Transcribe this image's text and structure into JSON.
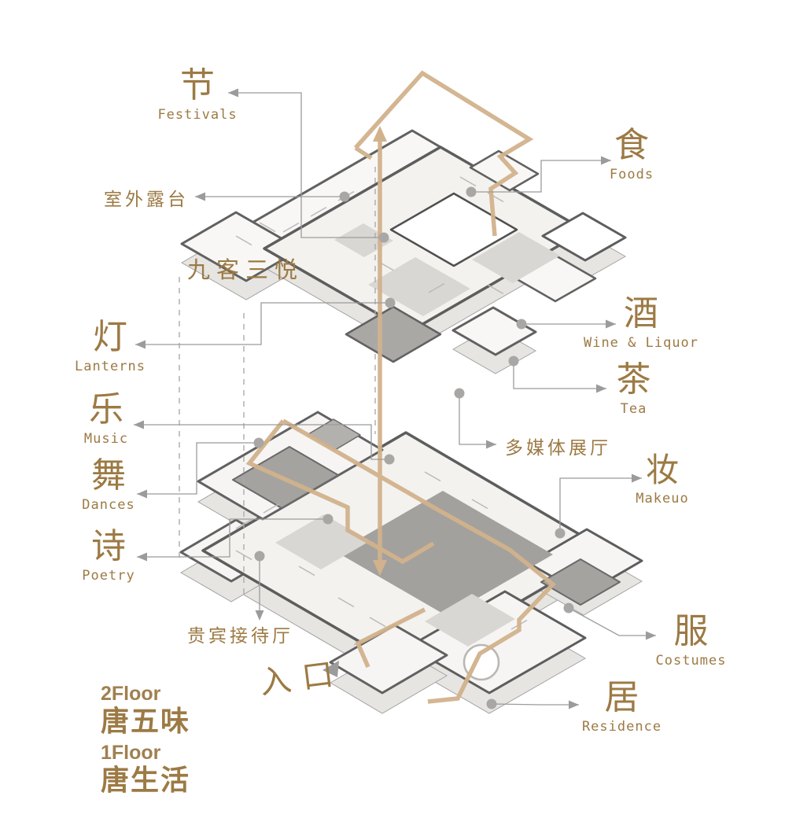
{
  "palette": {
    "gold_text": "#9c7a44",
    "route_tan": "#d2b28c",
    "wall_dark": "#5d5d5d",
    "leader_gray": "#9b9b9b",
    "dot_gray": "#a9a7a5",
    "floor_light": "#f3f2ef",
    "floor_mid": "#d9d7d4",
    "room_dark": "#a5a3a0"
  },
  "rooms": [
    {
      "id": "festivals",
      "zh": "节",
      "en": "Festivals"
    },
    {
      "id": "foods",
      "zh": "食",
      "en": "Foods"
    },
    {
      "id": "wine",
      "zh": "酒",
      "en": "Wine & Liquor"
    },
    {
      "id": "tea",
      "zh": "茶",
      "en": "Tea"
    },
    {
      "id": "lanterns",
      "zh": "灯",
      "en": "Lanterns"
    },
    {
      "id": "music",
      "zh": "乐",
      "en": "Music"
    },
    {
      "id": "dances",
      "zh": "舞",
      "en": "Dances"
    },
    {
      "id": "poetry",
      "zh": "诗",
      "en": "Poetry"
    },
    {
      "id": "makeup",
      "zh": "妆",
      "en": "Makeuo"
    },
    {
      "id": "costumes",
      "zh": "服",
      "en": "Costumes"
    },
    {
      "id": "residence",
      "zh": "居",
      "en": "Residence"
    }
  ],
  "plan_annotations": [
    {
      "id": "terrace",
      "zh": "室外露台"
    },
    {
      "id": "nine-guests",
      "zh": "九客三悦"
    },
    {
      "id": "multimedia",
      "zh": "多媒体展厅"
    },
    {
      "id": "vip",
      "zh": "贵宾接待厅"
    }
  ],
  "entrance": {
    "zh": "入口"
  },
  "legend": {
    "floor2_label": "2Floor",
    "floor2_name": "唐五味",
    "floor1_label": "1Floor",
    "floor1_name": "唐生活"
  }
}
